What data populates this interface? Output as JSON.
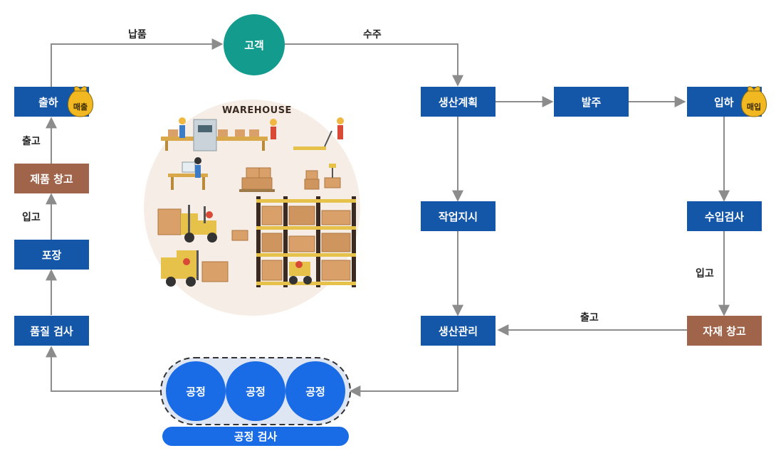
{
  "nodes": {
    "customer": "고객",
    "shipping": "출하",
    "product_warehouse": "제품 창고",
    "packaging": "포장",
    "quality_inspection": "품질 검사",
    "production_plan": "생산계획",
    "purchase_order": "발주",
    "receiving": "입하",
    "work_order": "작업지시",
    "incoming_inspection": "수입검사",
    "production_management": "생산관리",
    "material_warehouse": "자재 창고",
    "process_1": "공정",
    "process_2": "공정",
    "process_3": "공정",
    "process_inspection": "공정 검사"
  },
  "badges": {
    "sales": "매출",
    "purchase": "매입"
  },
  "edges": {
    "delivery": "납품",
    "order_received": "수주",
    "outbound_product": "출고",
    "inbound_product": "입고",
    "inbound_material": "입고",
    "outbound_material": "출고"
  },
  "illustration": {
    "sign": "WAREHOUSE"
  },
  "colors": {
    "box_blue": "#1457a8",
    "box_brown": "#a0644a",
    "customer_teal": "#139c8e",
    "process_blue": "#1a6be6",
    "arrow_gray": "#8c8c8c",
    "bag_yellow": "#f2b821"
  }
}
